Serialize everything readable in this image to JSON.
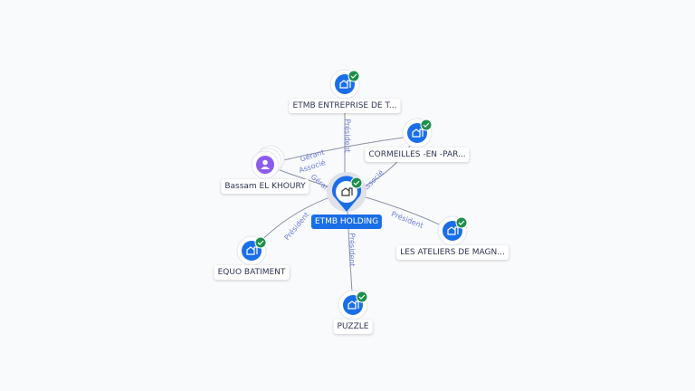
{
  "colors": {
    "accent": "#1a6ee8",
    "person": "#8a5cf0",
    "check": "#1e8f4a",
    "edge": "#8c92a3",
    "edge_label": "#6e7fd6"
  },
  "nodes": [
    {
      "id": "holding",
      "label": "ETMB HOLDING",
      "type": "company",
      "main": true,
      "verified": true
    },
    {
      "id": "entreprise",
      "label": "ETMB ENTREPRISE DE T...",
      "type": "company",
      "verified": true
    },
    {
      "id": "cormeilles",
      "label": "CORMEILLES -EN -PAR...",
      "type": "company",
      "verified": true
    },
    {
      "id": "bassam",
      "label": "Bassam EL KHOURY",
      "type": "person",
      "verified": false
    },
    {
      "id": "ateliers",
      "label": "LES ATELIERS DE MAGN...",
      "type": "company",
      "verified": true
    },
    {
      "id": "equo",
      "label": "EQUO BATIMENT",
      "type": "company",
      "verified": true
    },
    {
      "id": "puzzle",
      "label": "PUZZLE",
      "type": "company",
      "verified": true
    }
  ],
  "edges": [
    {
      "from": "holding",
      "to": "entreprise",
      "label": "Président"
    },
    {
      "from": "bassam",
      "to": "cormeilles",
      "label": "Gérant"
    },
    {
      "from": "bassam",
      "to": "cormeilles",
      "label": "Associé"
    },
    {
      "from": "holding",
      "to": "cormeilles",
      "label": "Associé"
    },
    {
      "from": "bassam",
      "to": "holding",
      "label": "Gérant"
    },
    {
      "from": "holding",
      "to": "ateliers",
      "label": "Président"
    },
    {
      "from": "holding",
      "to": "equo",
      "label": "Président"
    },
    {
      "from": "holding",
      "to": "puzzle",
      "label": "Président"
    }
  ]
}
